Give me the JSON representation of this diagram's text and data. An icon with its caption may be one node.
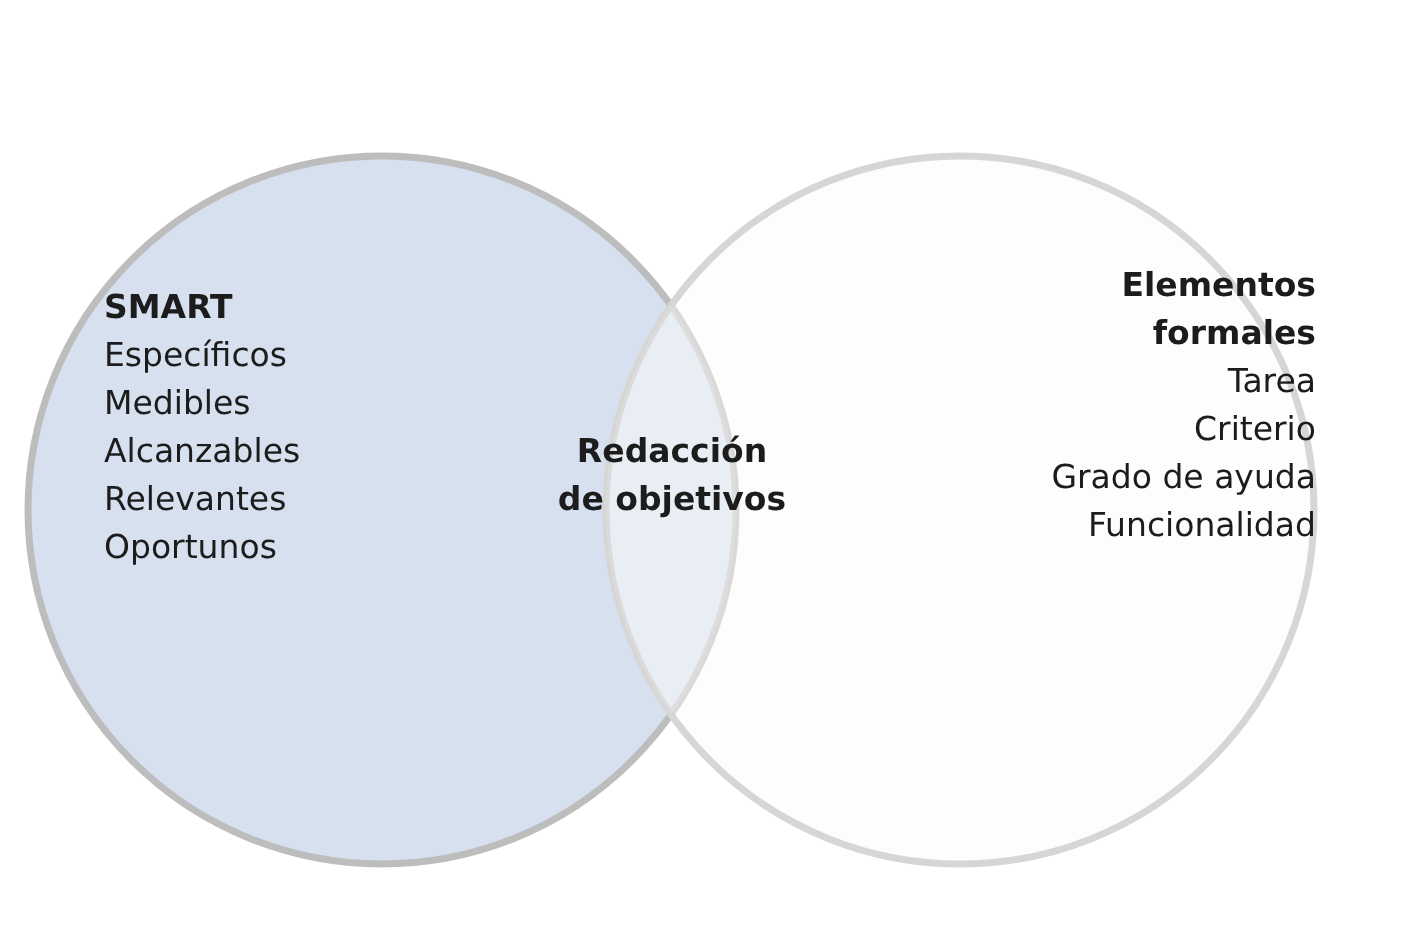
{
  "diagram": {
    "nodes": [
      {
        "text": [
          "SMART",
          "Específicos",
          "Medibles",
          "Alcanzables",
          "Relevantes",
          "Oportunos"
        ]
      },
      {
        "text": [
          "Elementos formales",
          "Tarea",
          "Criterio",
          "Grado de ayuda",
          "Funcionalidad"
        ]
      },
      {
        "text": [
          "Redacción de objetivos"
        ]
      }
    ]
  }
}
